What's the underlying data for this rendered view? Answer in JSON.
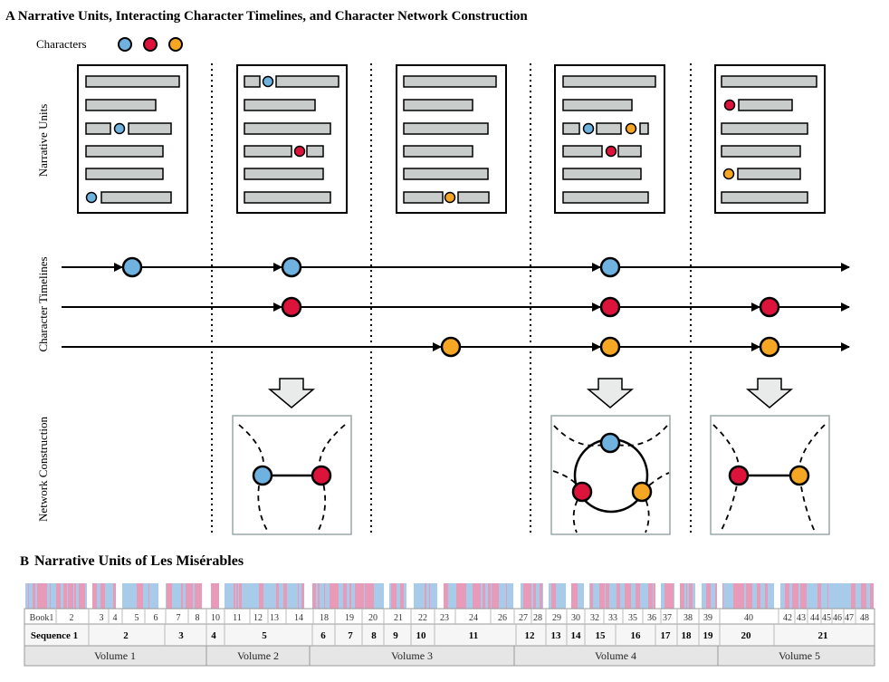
{
  "panelA": {
    "title": "A Narrative Units, Interacting Character Timelines, and Character Network Construction",
    "characters_label": "Characters",
    "row_labels": [
      "Narrative Units",
      "Character Timelines",
      "Network Construction"
    ]
  },
  "panelB": {
    "title_letter": "B",
    "title": "Narrative Units of Les Misérables",
    "books": [
      "Book1",
      "2",
      "3",
      "4",
      "5",
      "6",
      "7",
      "8",
      "10",
      "11",
      "12",
      "13",
      "14",
      "18",
      "19",
      "20",
      "21",
      "22",
      "23",
      "24",
      "26",
      "27",
      "28",
      "29",
      "30",
      "32",
      "33",
      "35",
      "36",
      "37",
      "38",
      "39",
      "40",
      "42",
      "43",
      "44",
      "45",
      "46",
      "47",
      "48"
    ],
    "sequence_label": "Sequence 1",
    "sequences": [
      "2",
      "3",
      "4",
      "5",
      "6",
      "7",
      "8",
      "9",
      "10",
      "11",
      "12",
      "13",
      "14",
      "15",
      "16",
      "17",
      "18",
      "19",
      "20",
      "21"
    ],
    "volumes": [
      "Volume 1",
      "Volume 2",
      "Volume 3",
      "Volume 4",
      "Volume 5"
    ]
  },
  "colors": {
    "blue": "#6fb2e0",
    "red": "#dc143c",
    "orange": "#f5a623",
    "gray_bar": "#c8cccb",
    "stripe_blue": "#a7cbe8",
    "stripe_pink": "#e89ab9",
    "box_border": "#9aa7a9"
  }
}
